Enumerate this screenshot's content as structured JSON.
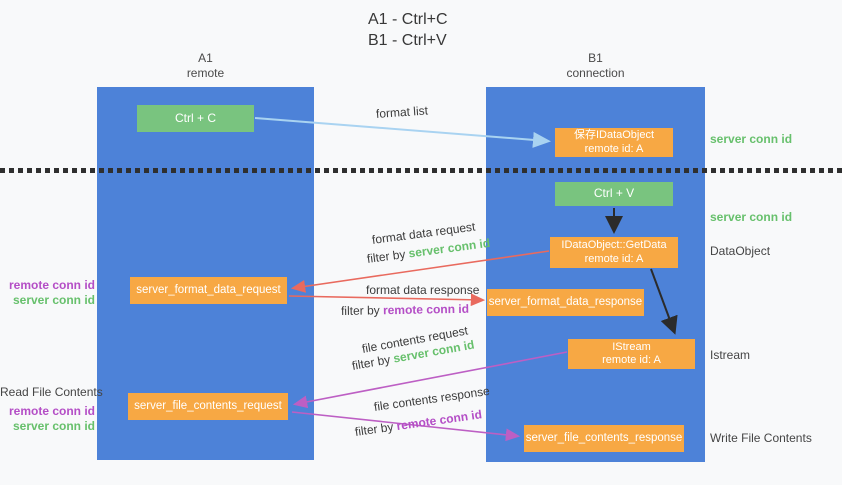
{
  "title": {
    "line1": "A1 - Ctrl+C",
    "line2": "B1 - Ctrl+V"
  },
  "columns": {
    "a1": {
      "name": "A1",
      "subtitle": "remote"
    },
    "b1": {
      "name": "B1",
      "subtitle": "connection"
    }
  },
  "nodes": {
    "ctrl_c": {
      "label": "Ctrl + C"
    },
    "save_dataobject": {
      "line1": "保存IDataObject",
      "line2": "remote id: A"
    },
    "ctrl_v": {
      "label": "Ctrl + V"
    },
    "getdata": {
      "line1": "IDataObject::GetData",
      "line2": "remote id: A"
    },
    "format_request": {
      "label": "server_format_data_request"
    },
    "format_response": {
      "label": "server_format_data_response"
    },
    "istream": {
      "line1": "IStream",
      "line2": "remote id: A"
    },
    "file_request": {
      "label": "server_file_contents_request"
    },
    "file_response": {
      "label": "server_file_contents_response"
    }
  },
  "flow_labels": {
    "format_list": "format list",
    "format_data_request": "format data request",
    "format_data_response": "format data response",
    "file_contents_request": "file contents request",
    "file_contents_response": "file contents response",
    "filter_by": "filter by ",
    "server_conn_id": "server conn id",
    "remote_conn_id": "remote conn id"
  },
  "side_labels": {
    "server_conn_id": "server conn id",
    "remote_conn_id": "remote conn id",
    "dataobject": "DataObject",
    "istream": "Istream",
    "read_file_contents": "Read File Contents",
    "write_file_contents": "Write File Contents"
  },
  "colors": {
    "lane_blue": "#4d82d8",
    "box_green": "#79c47f",
    "box_orange": "#f7a844",
    "arrow_light_blue": "#a9d3f1",
    "arrow_red": "#e96a5e",
    "arrow_magenta": "#bd5fc4",
    "arrow_black": "#2b2b2b",
    "text_green": "#67c06c",
    "text_purple": "#b44ec6"
  }
}
